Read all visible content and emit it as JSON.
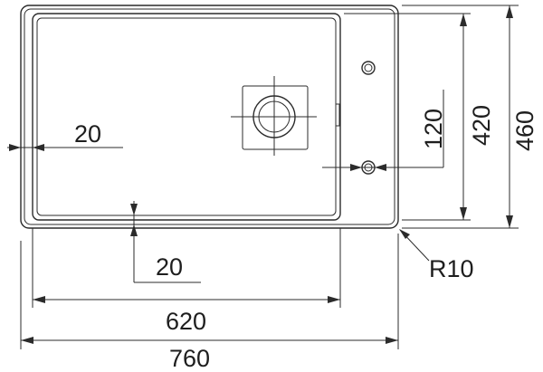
{
  "dimensions": {
    "overall_width": "760",
    "bowl_width": "620",
    "overall_height": "460",
    "bowl_height": "420",
    "tap_hole_offset": "120",
    "left_margin": "20",
    "bottom_margin": "20",
    "corner_radius": "R10"
  }
}
